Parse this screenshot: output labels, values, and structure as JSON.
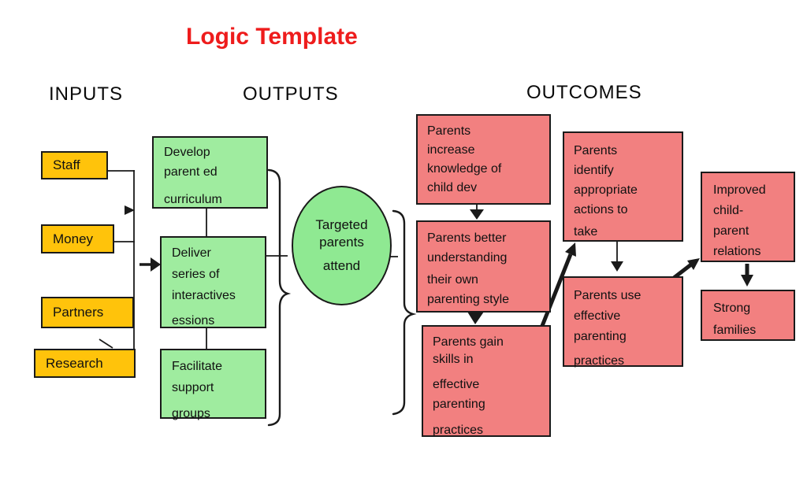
{
  "title": "Logic Template",
  "headers": {
    "inputs": "INPUTS",
    "outputs": "OUTPUTS",
    "outcomes": "OUTCOMES"
  },
  "colors": {
    "title_red": "#EE1C1C",
    "input_fill": "#FFC30B",
    "output_fill": "#9FEC9F",
    "ellipse_fill": "#8FE992",
    "outcome_fill": "#F28080",
    "line": "#1A1A1A"
  },
  "inputs": [
    {
      "label": "Staff"
    },
    {
      "label": "Money"
    },
    {
      "label": "Partners"
    },
    {
      "label": "Research"
    }
  ],
  "outputs": [
    {
      "lines": [
        "Develop",
        "parent ed",
        "curriculum"
      ]
    },
    {
      "lines": [
        "Deliver",
        "series of",
        "interactives",
        "essions"
      ]
    },
    {
      "lines": [
        "Facilitate",
        "support",
        "groups"
      ]
    }
  ],
  "ellipse": {
    "lines": [
      "Targeted",
      "parents",
      "attend"
    ]
  },
  "outcomes": [
    {
      "lines": [
        "Parents",
        "increase",
        "knowledge of",
        "child dev"
      ]
    },
    {
      "lines": [
        "Parents better",
        "understanding",
        "their own",
        "parenting style"
      ]
    },
    {
      "lines": [
        "Parents gain",
        "skills in",
        "effective",
        "parenting",
        "practices"
      ]
    },
    {
      "lines": [
        "Parents",
        "identify",
        "appropriate",
        "actions to",
        "take"
      ]
    },
    {
      "lines": [
        "Parents use",
        "effective",
        "parenting",
        "practices"
      ]
    },
    {
      "lines": [
        "Improved",
        "child-",
        "parent",
        "relations"
      ]
    },
    {
      "lines": [
        "Strong",
        "families"
      ]
    }
  ]
}
